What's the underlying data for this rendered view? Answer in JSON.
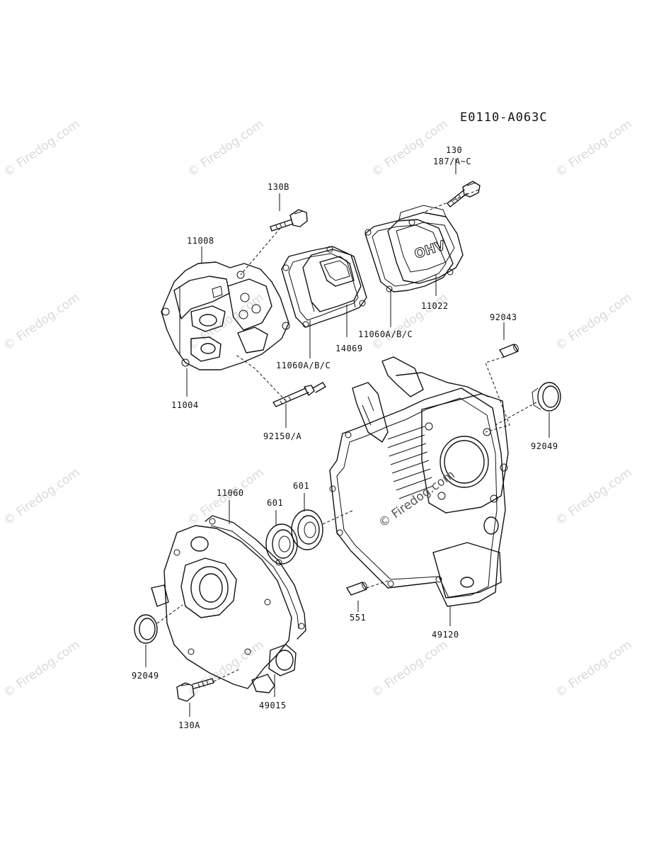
{
  "diagram_code": "E0110-A063C",
  "cover_marking": "OHV",
  "watermark": "© Firedog.com",
  "labels": {
    "p130": "130",
    "p187": "187/A~C",
    "p130B": "130B",
    "p11008": "11008",
    "p11022": "11022",
    "p92043": "92043",
    "p11060abc_right": "11060A/B/C",
    "p14069": "14069",
    "p11060abc_left": "11060A/B/C",
    "p11004": "11004",
    "p92150": "92150/A",
    "p92049_right": "92049",
    "p11060": "11060",
    "p601_left": "601",
    "p601_right": "601",
    "p551": "551",
    "p49120": "49120",
    "p92049_left": "92049",
    "p49015": "49015",
    "p130A": "130A"
  }
}
